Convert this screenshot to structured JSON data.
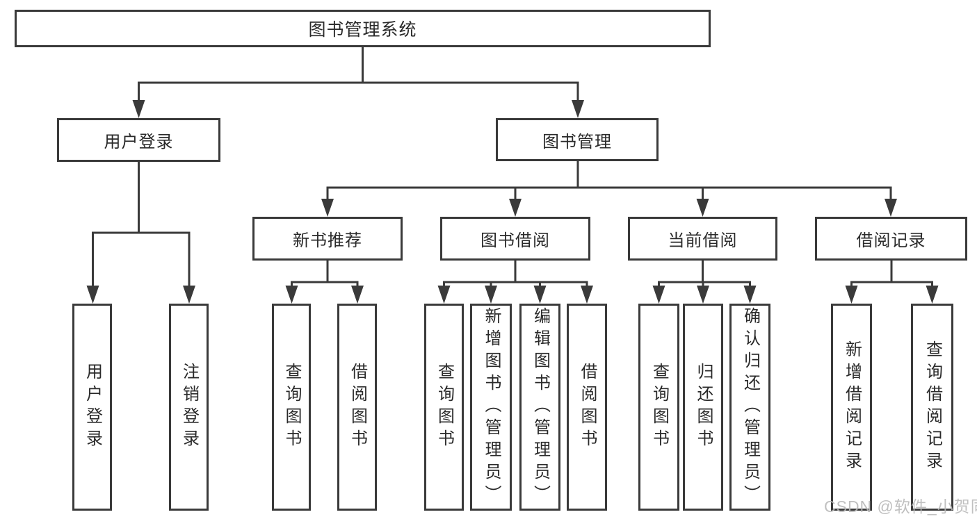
{
  "diagram": {
    "nodes": {
      "root": "图书管理系统",
      "user_login": "用户登录",
      "book_mgmt": "图书管理",
      "new_books": "新书推荐",
      "book_borrow": "图书借阅",
      "current_borrow": "当前借阅",
      "borrow_records": "借阅记录",
      "leaf_user_login": "用户登录",
      "leaf_logout": "注销登录",
      "leaf_nb_query": "查询图书",
      "leaf_nb_borrow": "借阅图书",
      "leaf_bb_query": "查询图书",
      "leaf_bb_add": "新增图书（管理员）",
      "leaf_bb_edit": "编辑图书（管理员）",
      "leaf_bb_borrow": "借阅图书",
      "leaf_cb_query": "查询图书",
      "leaf_cb_return": "归还图书",
      "leaf_cb_confirm": "确认归还（管理员）",
      "leaf_br_add": "新增借阅记录",
      "leaf_br_query": "查询借阅记录"
    },
    "colors": {
      "line": "#3a3a3a",
      "text": "#2a2a2a",
      "watermark": "#b9b9b9"
    }
  },
  "watermark": "CSDN @软件_小贺同学"
}
